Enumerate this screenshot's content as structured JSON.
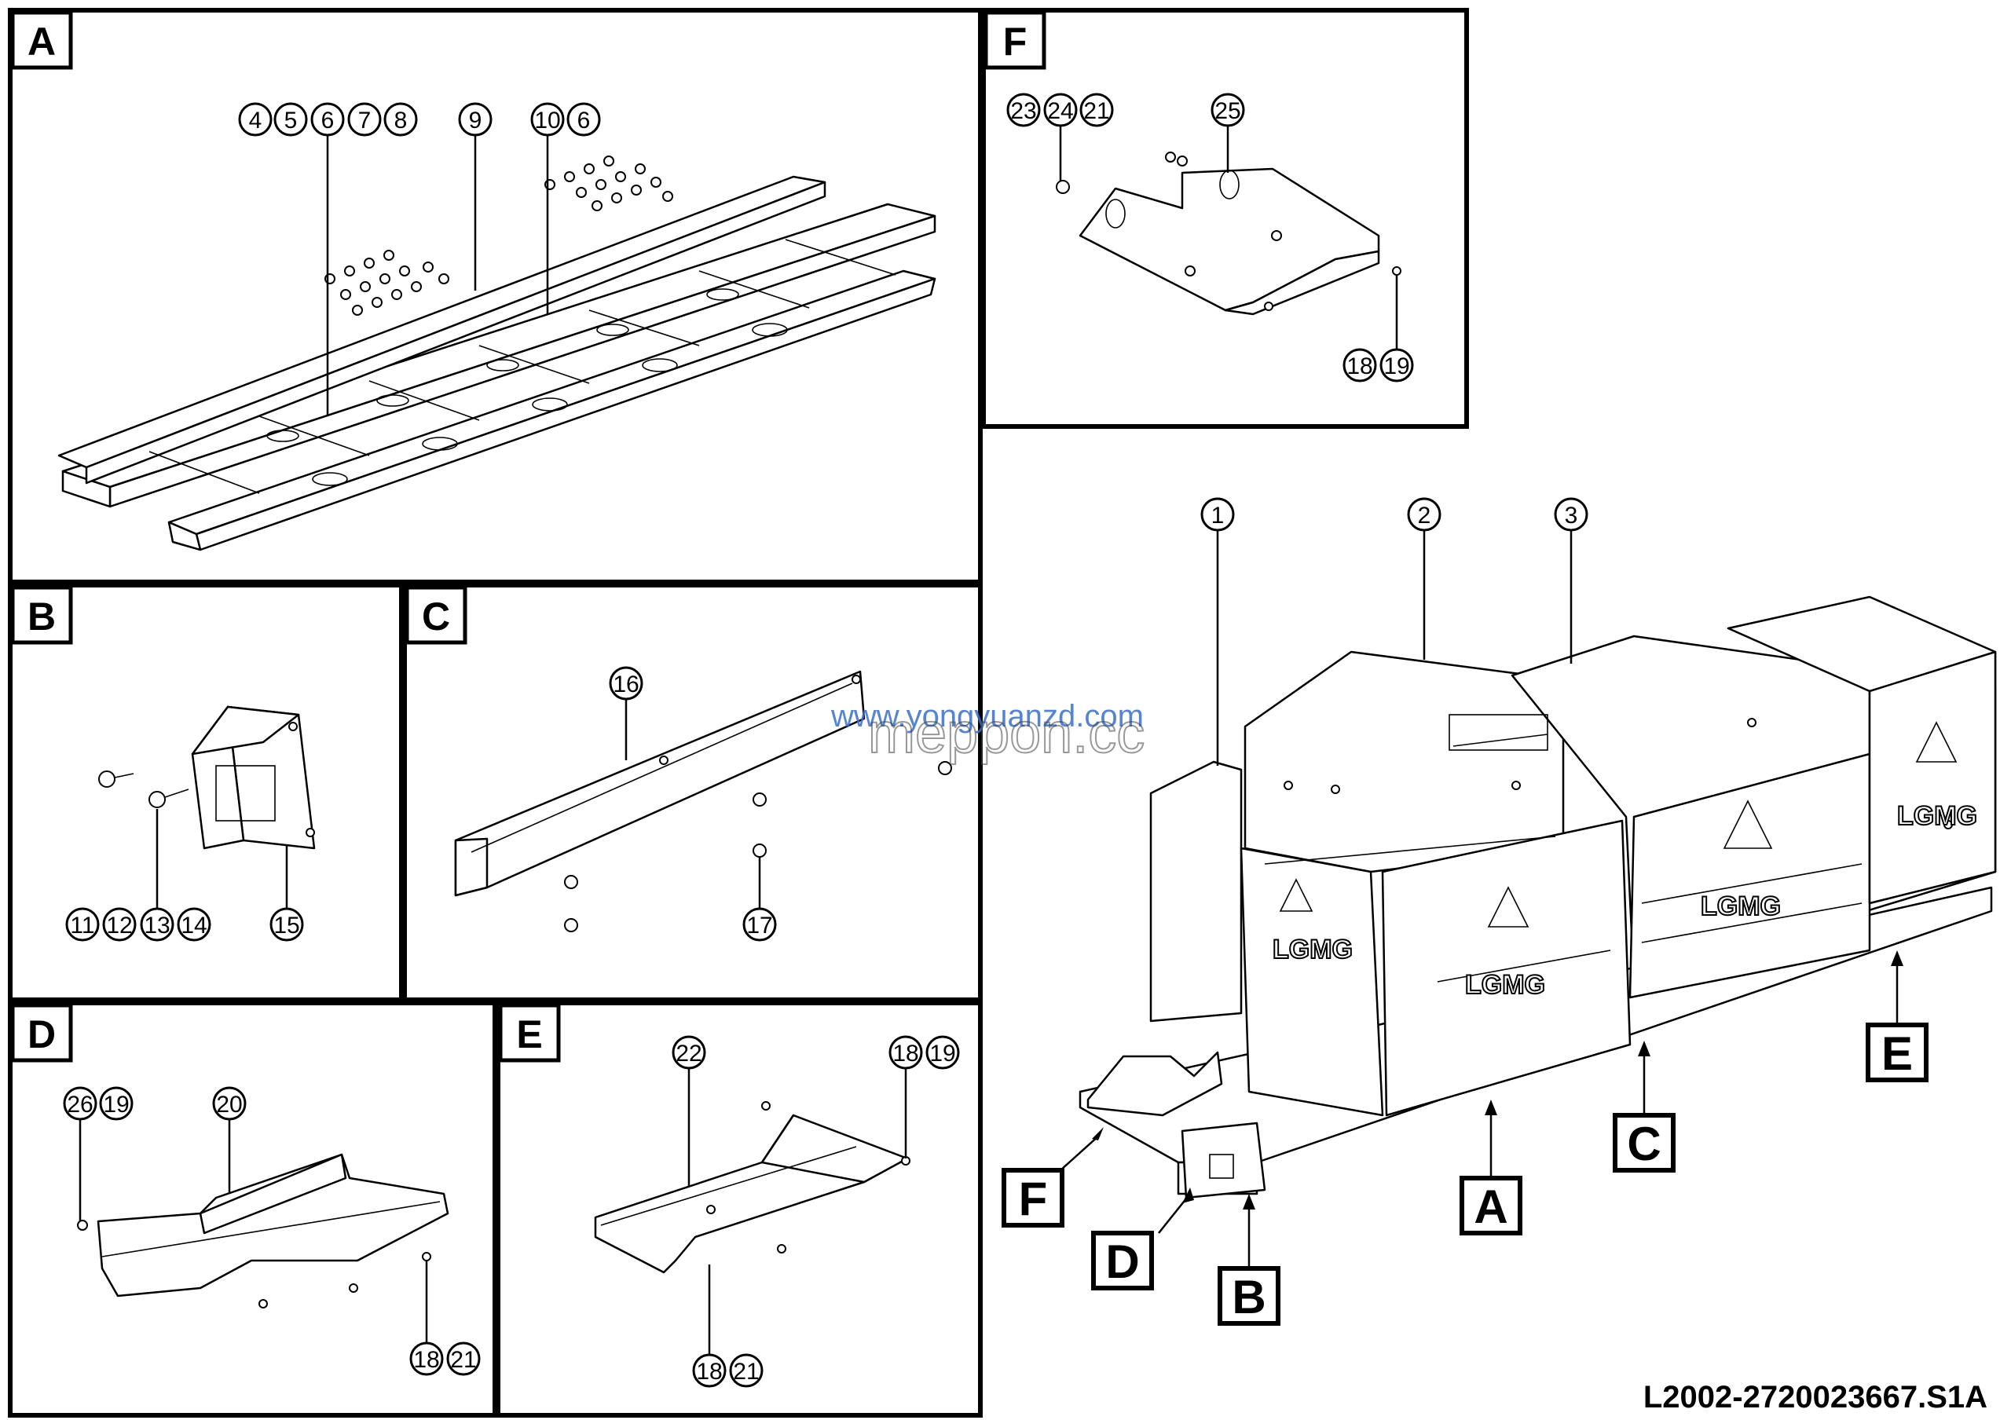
{
  "panels": {
    "A": {
      "letter": "A",
      "callouts": [
        "4",
        "5",
        "6",
        "7",
        "8",
        "9",
        "10",
        "6"
      ]
    },
    "B": {
      "letter": "B",
      "callouts": [
        "11",
        "12",
        "13",
        "14",
        "15"
      ]
    },
    "C": {
      "letter": "C",
      "callouts": [
        "16",
        "17"
      ]
    },
    "D": {
      "letter": "D",
      "callouts": [
        "26",
        "19",
        "20",
        "18",
        "21"
      ]
    },
    "E": {
      "letter": "E",
      "callouts": [
        "22",
        "18",
        "19",
        "18",
        "21"
      ]
    },
    "F": {
      "letter": "F",
      "callouts": [
        "23",
        "24",
        "21",
        "25",
        "18",
        "19"
      ]
    }
  },
  "main": {
    "callouts": [
      "1",
      "2",
      "3"
    ],
    "pointers": [
      "A",
      "B",
      "C",
      "D",
      "E",
      "F"
    ],
    "logo_text": "LGMG"
  },
  "watermark": {
    "line1": "www.yongyuanzd.com",
    "line2": "meppon.cc"
  },
  "document_number": "L2002-2720023667.S1A"
}
